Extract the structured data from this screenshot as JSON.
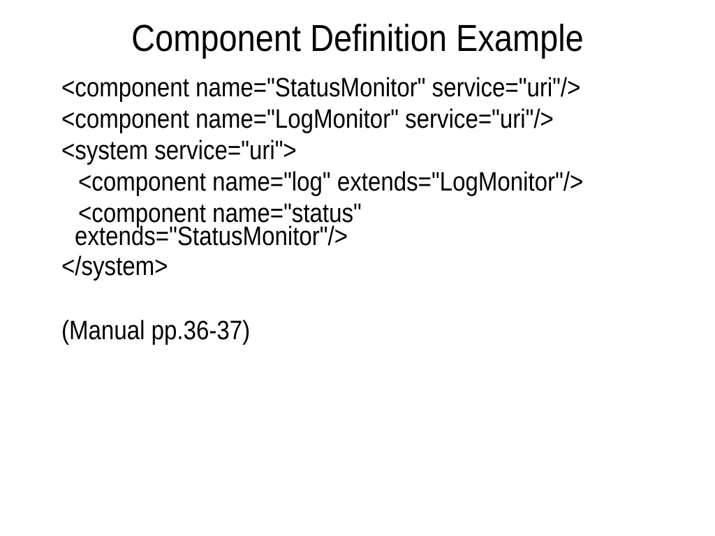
{
  "slide": {
    "title": "Component Definition Example",
    "code_lines": [
      "<component name=\"StatusMonitor\" service=\"uri\"/>",
      "<component name=\"LogMonitor\" service=\"uri\"/>",
      "<system service=\"uri\">",
      "<component name=\"log\" extends=\"LogMonitor\"/>",
      "<component name=\"status\"",
      "extends=\"StatusMonitor\"/>",
      "</system>"
    ],
    "note": "(Manual pp.36-37)",
    "colors": {
      "background": "#ffffff",
      "text": "#000000"
    }
  }
}
